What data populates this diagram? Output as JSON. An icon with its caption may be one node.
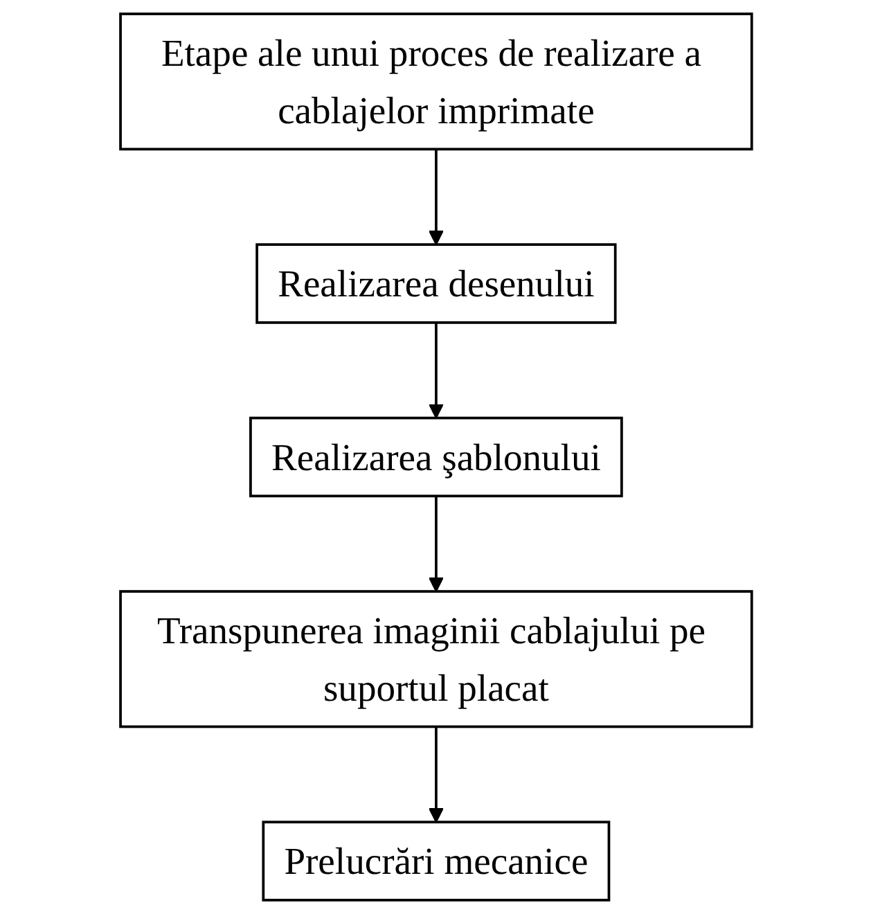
{
  "diagram": {
    "nodes": [
      {
        "text": [
          "Etape ale unui proces de realizare a cablajelor imprimate"
        ]
      },
      {
        "text": [
          "Realizarea desenului"
        ]
      },
      {
        "text": [
          "Realizarea şablonului"
        ]
      },
      {
        "text": [
          "Transpunerea imaginii cablajului pe suportul placat"
        ]
      },
      {
        "text": [
          "Prelucrări mecanice"
        ]
      }
    ],
    "edges": [
      {
        "from": 0,
        "to": 1,
        "arrow": "to"
      },
      {
        "from": 1,
        "to": 2,
        "arrow": "to"
      },
      {
        "from": 2,
        "to": 3,
        "arrow": "to"
      },
      {
        "from": 3,
        "to": 4,
        "arrow": "to"
      }
    ]
  }
}
